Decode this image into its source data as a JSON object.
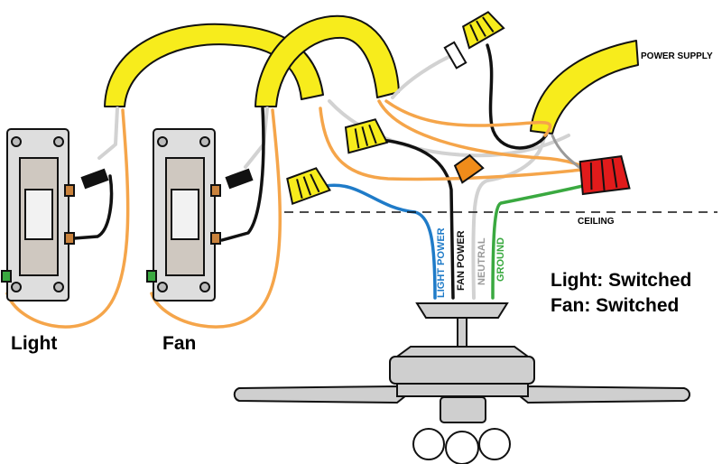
{
  "labels": {
    "power_supply": "POWER SUPPLY",
    "ceiling": "CEILING",
    "light_switch": "Light",
    "fan_switch": "Fan",
    "status_light": "Light: Switched",
    "status_fan": "Fan: Switched",
    "wire_light_power": "LIGHT POWER",
    "wire_fan_power": "FAN POWER",
    "wire_neutral": "NEUTRAL",
    "wire_ground": "GROUND"
  },
  "colors": {
    "cable_yellow": "#f7ec1c",
    "wire_orange": "#f5a54a",
    "wire_black": "#111111",
    "wire_white": "#d2d2d2",
    "wire_blue": "#1f7bc8",
    "wire_green": "#3aa940",
    "wire_gray": "#9a9a9a",
    "nut_yellow": "#f7ec1c",
    "nut_orange": "#f08c1a",
    "nut_red": "#e11b1b",
    "switch_body": "#dedede",
    "fan_metal": "#cfcfcf"
  }
}
